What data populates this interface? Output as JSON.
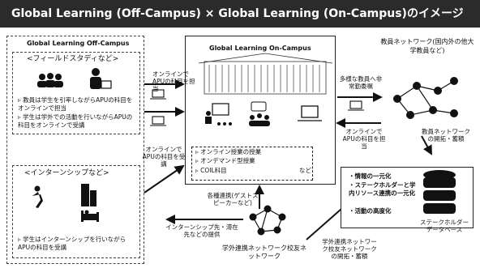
{
  "title": "Global Learning (Off-Campus)  ×  Global Learning (On-Campus)のイメージ",
  "off_campus": {
    "heading": "Global Learning Off-Campus",
    "field_study": {
      "label": "<フィールドスタディなど>",
      "bullets": [
        "教員は学生を引率しながらAPUの科目をオンラインで担当",
        "学生は学外での活動を行いながらAPUの科目をオンラインで受講"
      ]
    },
    "internship": {
      "label": "<インターンシップなど>",
      "bullets": [
        "学生はインターンシップを行いながらAPUの科目を受講"
      ]
    }
  },
  "on_campus": {
    "heading": "Global Learning On-Campus",
    "items": [
      "オンライン授業の授業",
      "オンデマンド型授業",
      "COIL科目"
    ],
    "items_suffix": "など"
  },
  "arrows": {
    "online_teach": "オンラインでAPUの科目を担当",
    "online_take": "オンラインでAPUの科目を受講",
    "diverse_faculty": "多様な教員へ非常勤委嘱",
    "online_teach_right": "オンラインでAPUの科目を担当",
    "faculty_network_dev": "教員ネットワークの開拓・蓄積",
    "coordination": "各種連携(ゲストスピーカーなど)",
    "internship_provide": "インターンシップ先・滞在先などの提供",
    "school_network_dev": "学外連携ネットワーク校友ネットワークの開拓・蓄積"
  },
  "faculty_network": {
    "label": "教員ネットワーク(国内外の他大学教員など)"
  },
  "stakeholder_db": {
    "bullets": [
      "情報の一元化",
      "ステークホルダーと学内リソース連携の一元化",
      "活動の高度化"
    ],
    "label": "ステークホルダーデータベース"
  },
  "school_network": {
    "label": "学外連携ネットワーク校友ネットワーク"
  },
  "colors": {
    "header_bg": "#2b2b2b",
    "line": "#111111"
  }
}
